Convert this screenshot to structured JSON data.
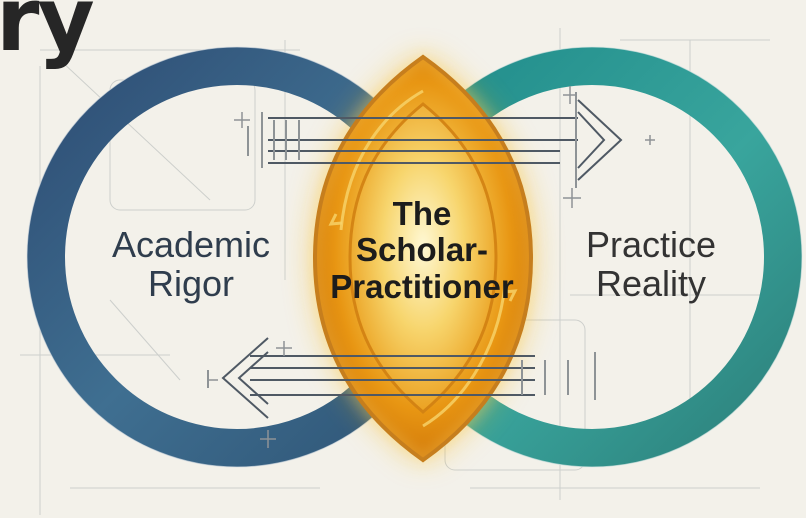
{
  "title_fragment": "ry",
  "left_circle": {
    "label_line1": "Academic",
    "label_line2": "Rigor"
  },
  "right_circle": {
    "label_line1": "Practice",
    "label_line2": "Reality"
  },
  "center": {
    "label_line1": "The",
    "label_line2": "Scholar-",
    "label_line3": "Practitioner"
  },
  "colors": {
    "left_circle": "#2f5f84",
    "right_circle": "#2f9a92",
    "center_glow": "#f3a31d",
    "center_core": "#d8850f",
    "background": "#f3f1ea",
    "line_art": "#9aa0a4"
  }
}
